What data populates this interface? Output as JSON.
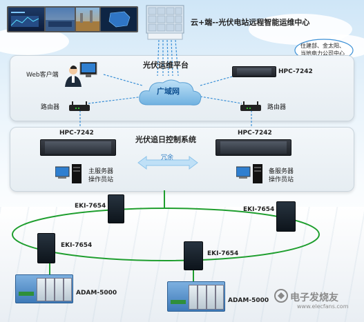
{
  "header": {
    "title": "云+端--光伏电站远程智能运维中心"
  },
  "bubble": {
    "text_line1": "住建部、金太阳、",
    "text_line2": "当地电力公司中心"
  },
  "platform": {
    "title": "光伏运维平台",
    "web_client_label": "Web客户端",
    "wan_label": "广域网",
    "server_label": "HPC-7242",
    "router_left_label": "路由器",
    "router_right_label": "路由器"
  },
  "tracking": {
    "title": "光伏追日控制系统",
    "server_left_label": "HPC-7242",
    "server_right_label": "HPC-7242",
    "redundancy_label": "冗余",
    "main_station_line1": "主服务器",
    "main_station_line2": "操作员站",
    "backup_station_line1": "备服务器",
    "backup_station_line2": "操作员站"
  },
  "field": {
    "eki_top_left": "EKI-7654",
    "eki_top_right": "EKI-7654",
    "eki_mid_left": "EKI-7654",
    "eki_mid_right": "EKI-7654",
    "adam_left": "ADAM-5000",
    "adam_right": "ADAM-5000"
  },
  "watermark": {
    "line1": "电子发烧友",
    "line2": "www.elecfans.com"
  },
  "colors": {
    "dashed_link": "#3a8fd6",
    "ring": "#1e9e2e",
    "wan_cloud": "#7fbde6",
    "adam_blue": "#3d79b8"
  }
}
